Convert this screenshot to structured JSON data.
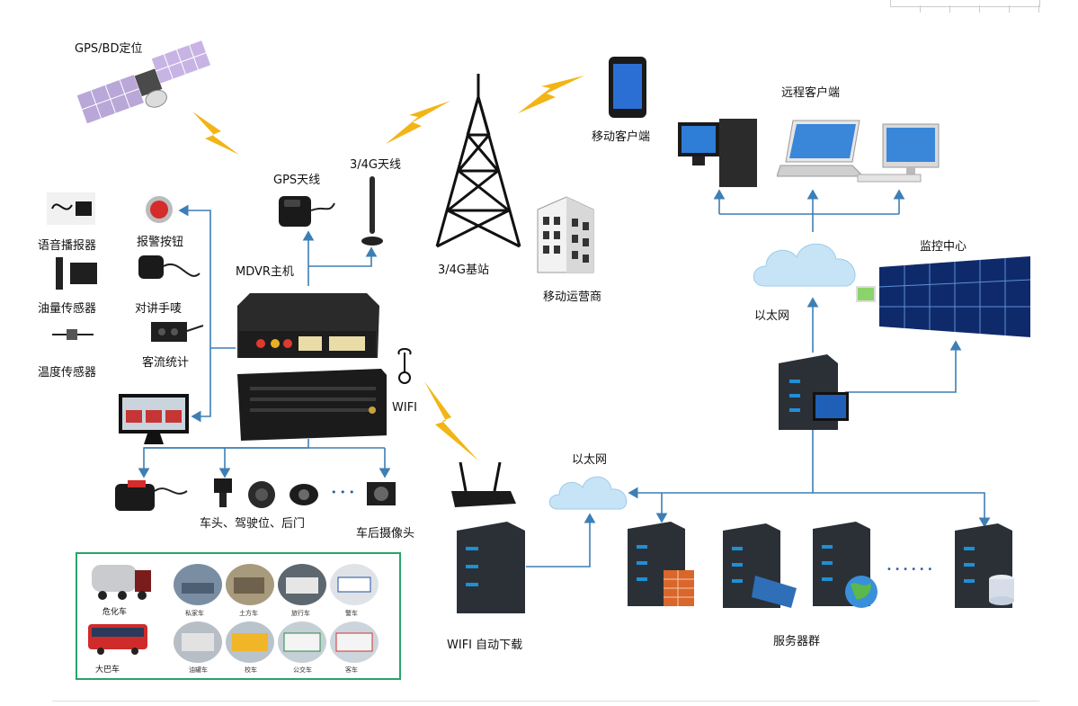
{
  "labels": {
    "gps_bd": "GPS/BD定位",
    "gps_antenna": "GPS天线",
    "antenna_34g": "3/4G天线",
    "base_station": "3/4G基站",
    "mobile_operator": "移动运营商",
    "mobile_client": "移动客户端",
    "remote_client": "远程客户端",
    "monitor_center": "监控中心",
    "ethernet_top": "以太网",
    "ethernet_bottom": "以太网",
    "mdvr": "MDVR主机",
    "voice_announcer": "语音播报器",
    "alarm_button": "报警按钮",
    "oil_sensor": "油量传感器",
    "intercom": "对讲手唛",
    "passenger_counter": "客流统计",
    "temp_sensor": "温度传感器",
    "wifi": "WIFI",
    "cameras": "车头、驾驶位、后门",
    "rear_camera": "车后摄像头",
    "dots": "• • •",
    "wifi_download": "WIFI 自动下载",
    "server_group": "服务器群",
    "server_dots": "• • • • • •"
  },
  "vehicles": {
    "hazmat": "危化车",
    "bus": "大巴车",
    "thumbs_top": [
      "私家车",
      "土方车",
      "旅行车",
      "警车"
    ],
    "thumbs_bottom": [
      "油罐车",
      "校车",
      "公交车",
      "客车"
    ]
  },
  "colors": {
    "wire": "#3d7fb5",
    "lightning": "#f2b515",
    "cloud": "#bfe0f5",
    "server": "#2b3036",
    "server_light": "#1f8fd6",
    "screen": "#1b5fb6",
    "vehicle_border": "#2aa36a"
  }
}
